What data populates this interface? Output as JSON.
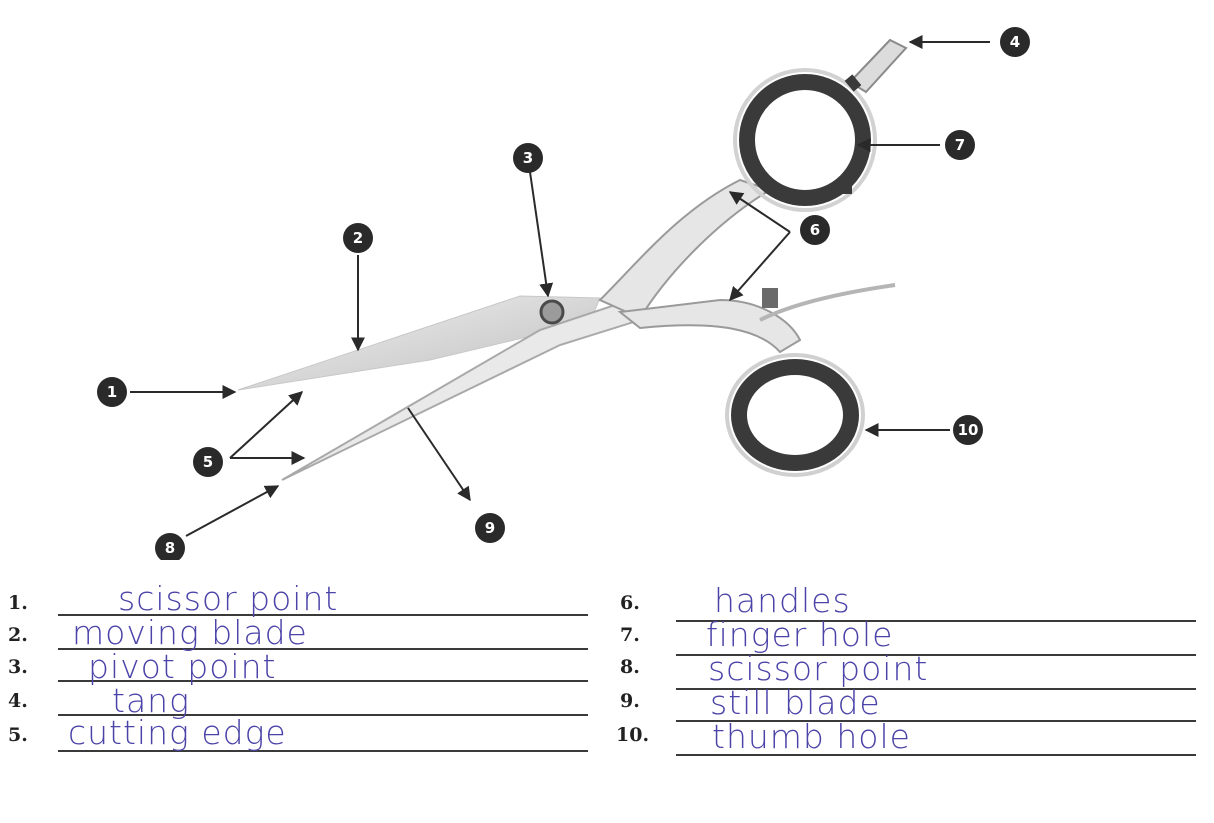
{
  "diagram": {
    "callouts": [
      "1",
      "2",
      "3",
      "4",
      "5",
      "6",
      "7",
      "8",
      "9",
      "10"
    ]
  },
  "worksheet": {
    "left": [
      {
        "num": "1.",
        "answer": "scissor point"
      },
      {
        "num": "2.",
        "answer": "moving blade"
      },
      {
        "num": "3.",
        "answer": "pivot point"
      },
      {
        "num": "4.",
        "answer": "tang"
      },
      {
        "num": "5.",
        "answer": "cutting edge"
      }
    ],
    "right": [
      {
        "num": "6.",
        "answer": "handles"
      },
      {
        "num": "7.",
        "answer": "finger hole"
      },
      {
        "num": "8.",
        "answer": "scissor point"
      },
      {
        "num": "9.",
        "answer": "still blade"
      },
      {
        "num": "10.",
        "answer": "thumb hole"
      }
    ]
  },
  "colors": {
    "ink": "#4a43a8",
    "callout": "#2a2a2a"
  }
}
